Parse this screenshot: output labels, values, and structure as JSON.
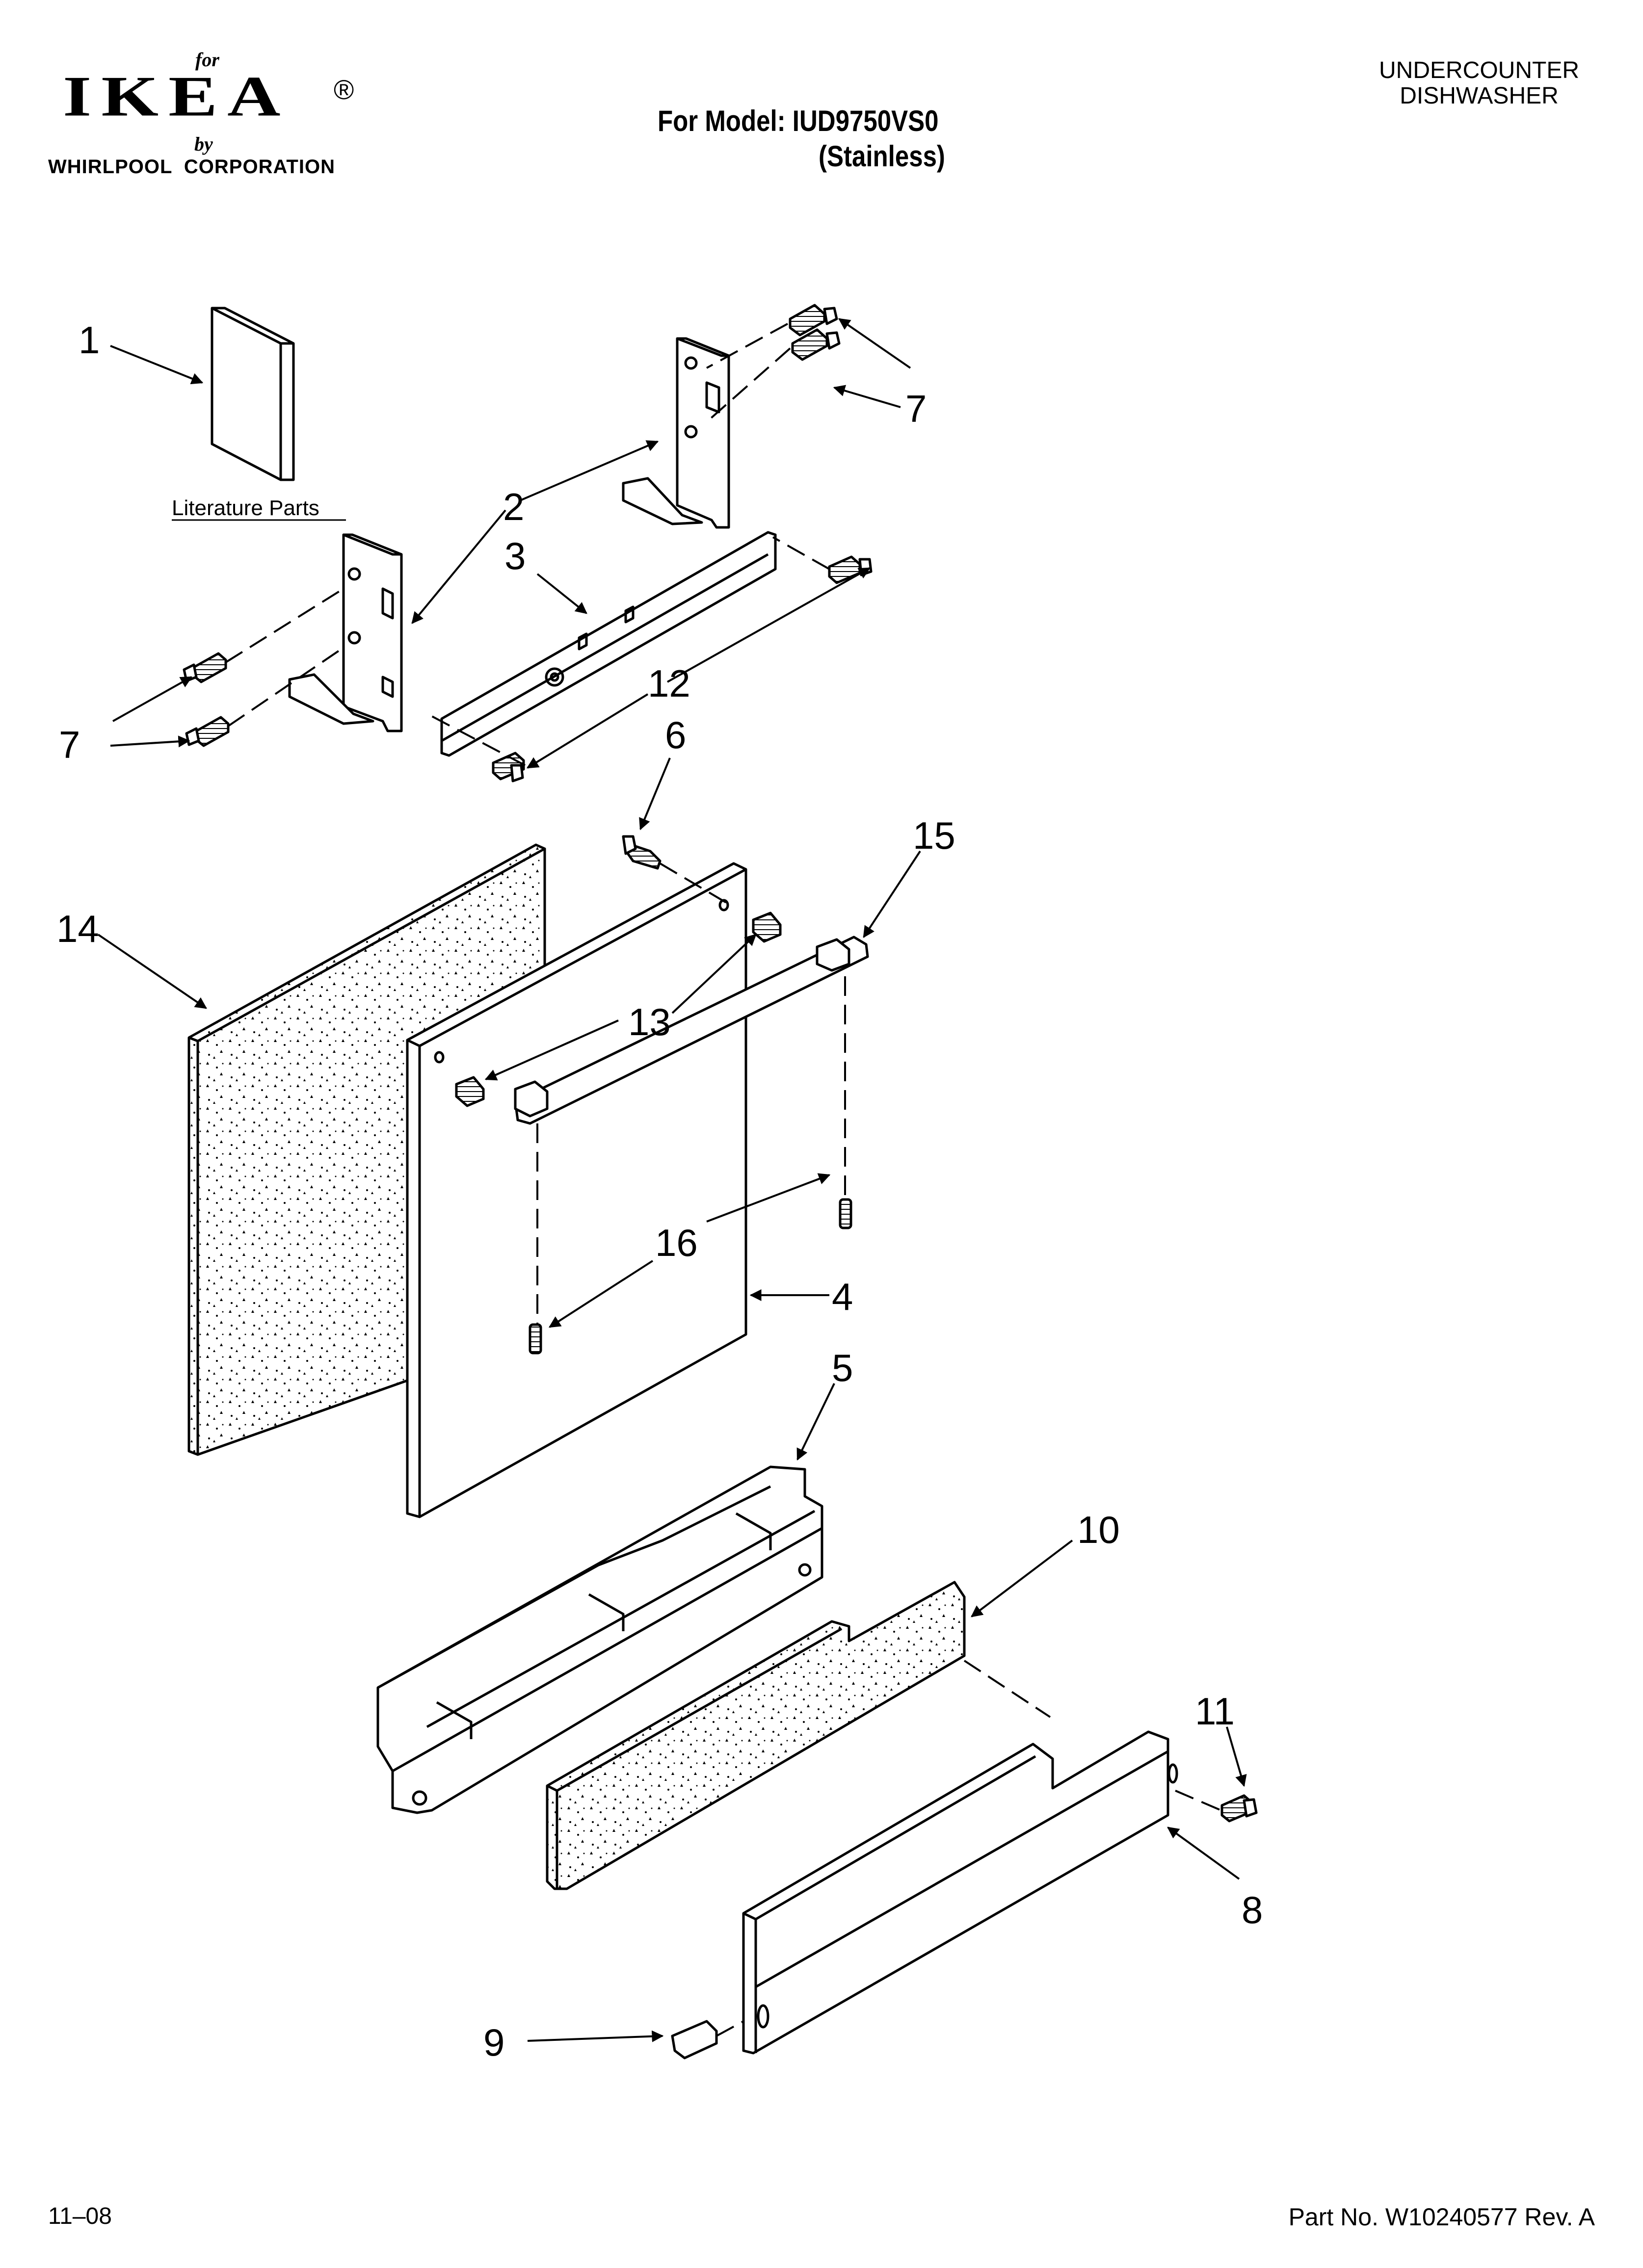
{
  "header": {
    "logo_for": "for",
    "logo_brand": "IKEA",
    "logo_registered": "®",
    "logo_by": "by",
    "logo_corporation": "WHIRLPOOL  CORPORATION",
    "model_line": "For Model: IUD9750VS0",
    "model_finish": "(Stainless)",
    "appliance_line1": "UNDERCOUNTER",
    "appliance_line2": "DISHWASHER"
  },
  "diagram": {
    "literature_label": "Literature Parts",
    "callouts": [
      "1",
      "2",
      "3",
      "4",
      "5",
      "6",
      "7",
      "7",
      "8",
      "9",
      "10",
      "11",
      "12",
      "13",
      "14",
      "15",
      "16"
    ]
  },
  "footer": {
    "date_code": "11–08",
    "part_number": "Part No. W10240577 Rev. A"
  }
}
